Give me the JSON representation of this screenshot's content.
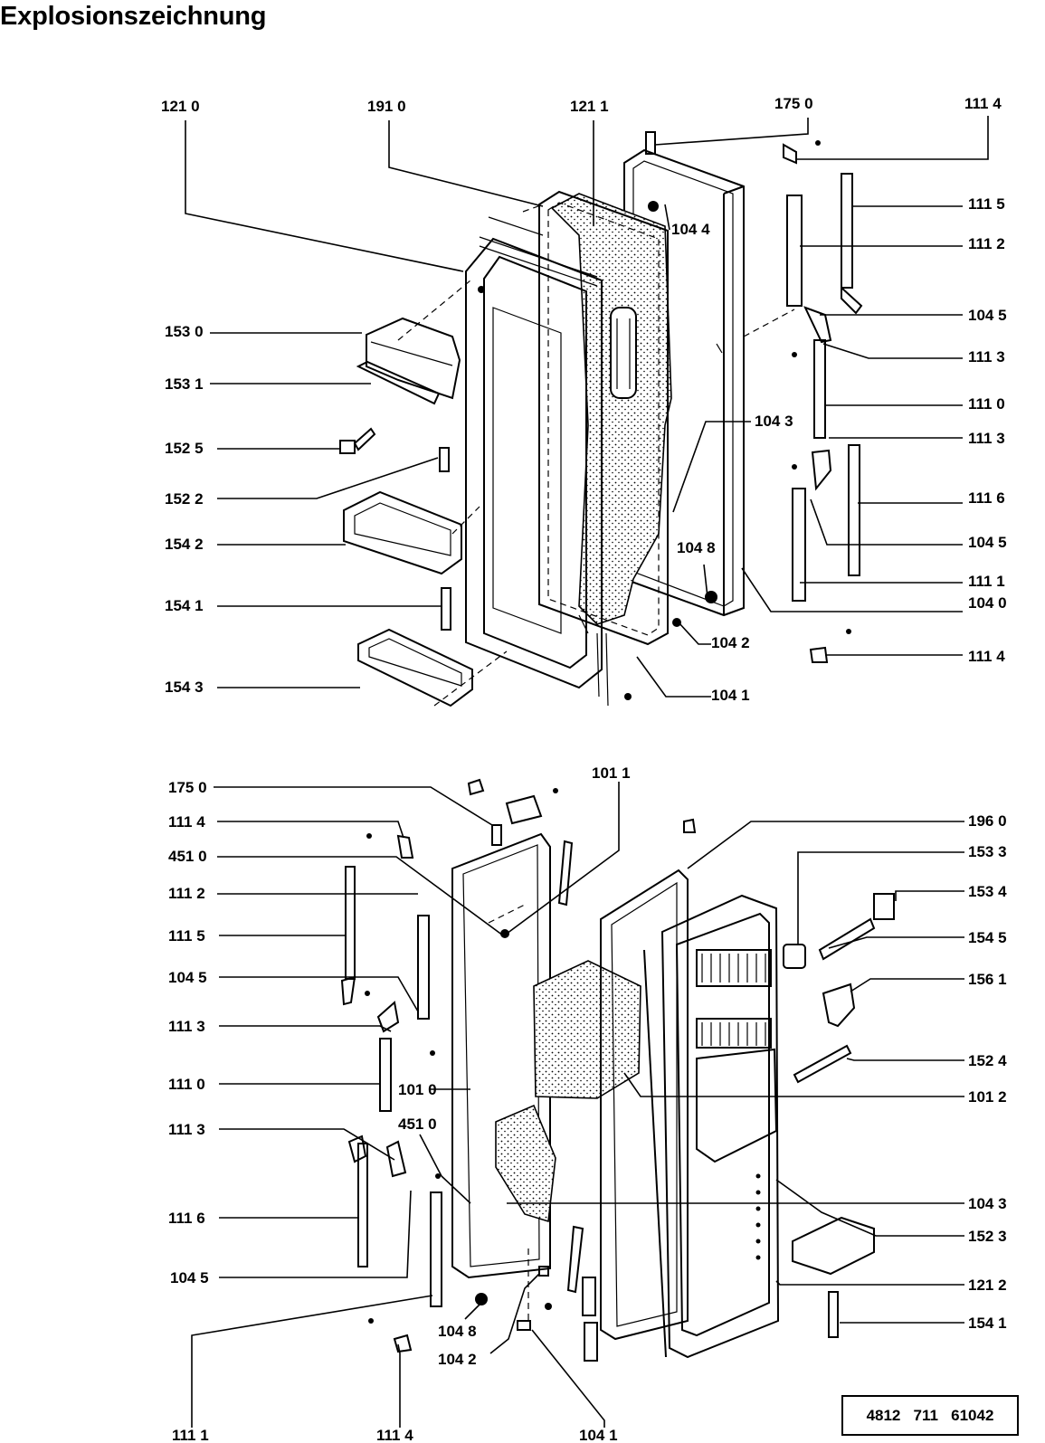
{
  "title": "Explosionszeichnung",
  "drawing_number": "4812   711   61042",
  "upper_labels": [
    "121 0",
    "191  0",
    "121 1",
    "175  0",
    "111  4",
    "104  4",
    "111 5",
    "111 2",
    "153 0",
    "104 5",
    "111 3",
    "153 1",
    "111 0",
    "104 3",
    "111 3",
    "152  5",
    "152  2",
    "111 6",
    "154  2",
    "104 5",
    "104  8",
    "111 1",
    "154  1",
    "104 0",
    "104  2",
    "111  4",
    "154 3",
    "104  1"
  ],
  "lower_labels": [
    "175 0",
    "101  1",
    "111  4",
    "196  0",
    "451 0",
    "153  3",
    "111 2",
    "153  4",
    "111 5",
    "154 5",
    "104 5",
    "156 1",
    "111 3",
    "152  4",
    "111 0",
    "101  0",
    "101  2",
    "111 3",
    "451  0",
    "104  3",
    "111  6",
    "152  3",
    "104  5",
    "121  2",
    "104  8",
    "154 1",
    "104  2",
    "111  1",
    "111  4",
    "104  1"
  ]
}
